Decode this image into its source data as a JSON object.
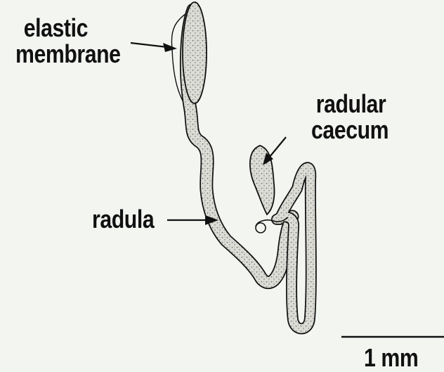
{
  "labels": {
    "elastic_membrane": [
      "elastic",
      "membrane"
    ],
    "radular_caecum": [
      "radular",
      "caecum"
    ],
    "radula": "radula"
  },
  "scale_bar": {
    "label": "1 mm"
  },
  "colors": {
    "background": "#f3f5f1",
    "ink": "#111111",
    "stipple": "#7a7a72",
    "tube_fill": "#dcddd6"
  }
}
